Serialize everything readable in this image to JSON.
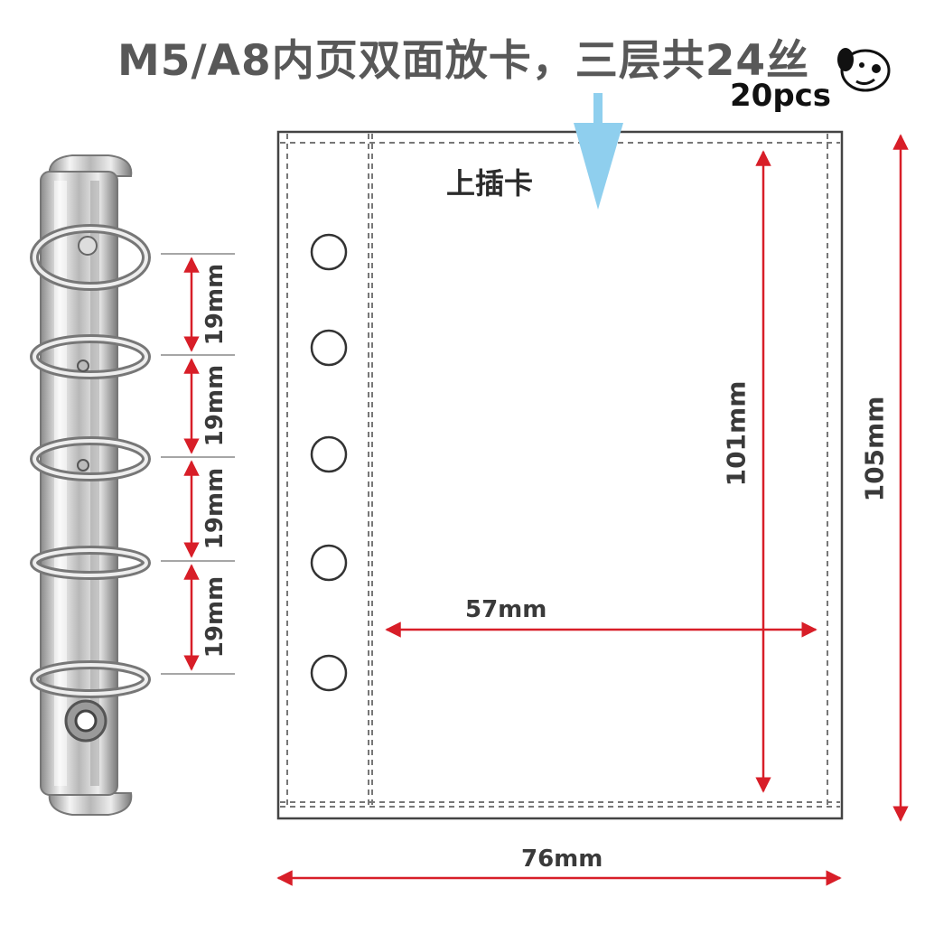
{
  "header": {
    "title": "M5/A8内页双面放卡，三层共24丝",
    "quantity": "20pcs"
  },
  "sleeve": {
    "insert_label": "上插卡",
    "hole_count": 5
  },
  "ring_spacing": [
    "19mm",
    "19mm",
    "19mm",
    "19mm"
  ],
  "dimensions": {
    "inner_height": "101mm",
    "outer_height": "105mm",
    "inner_width": "57mm",
    "outer_width": "76mm"
  },
  "colors": {
    "arrow_red": "#d81e28",
    "insert_arrow_blue": "#8fcfee",
    "outline": "#444444",
    "metal": "#c9c9c9"
  }
}
